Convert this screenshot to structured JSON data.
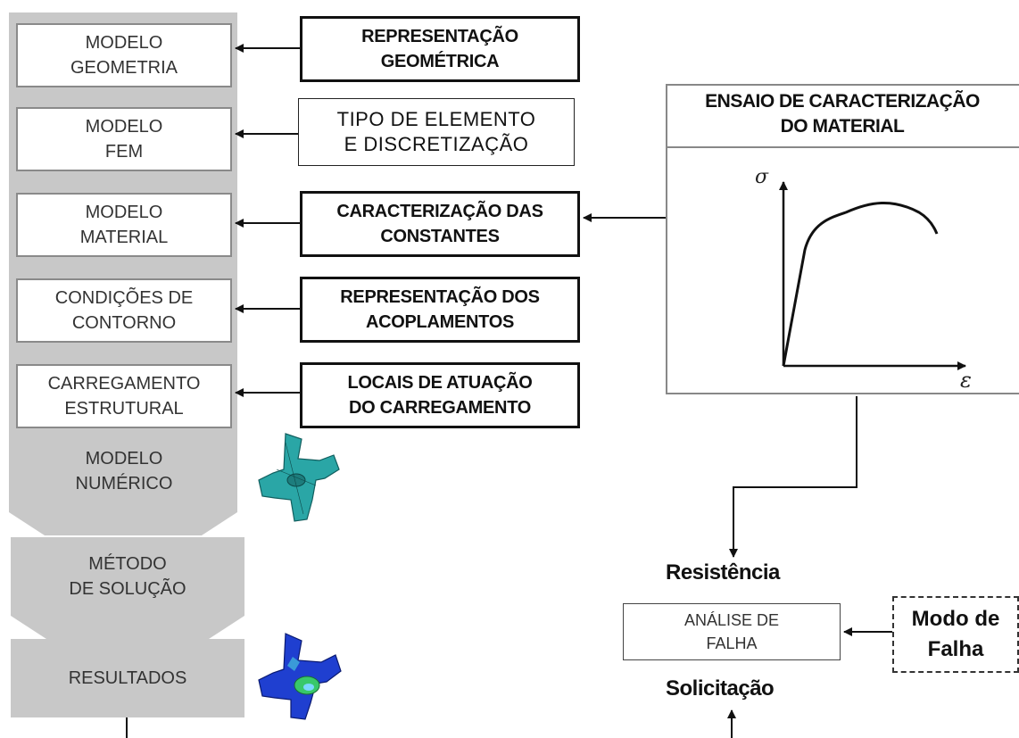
{
  "left_column": {
    "boxes": [
      {
        "label": "MODELO\nGEOMETRIA"
      },
      {
        "label": "MODELO\nFEM"
      },
      {
        "label": "MODELO\nMATERIAL"
      },
      {
        "label": "CONDIÇÕES DE\nCONTORNO"
      },
      {
        "label": "CARREGAMENTO\nESTRUTURAL"
      }
    ],
    "group_label": "MODELO\nNUMÉRICO",
    "solution_label": "MÉTODO\nDE SOLUÇÃO",
    "results_label": "RESULTADOS"
  },
  "middle_column": {
    "boxes": [
      {
        "label": "REPRESENTAÇÃO\nGEOMÉTRICA"
      },
      {
        "label": "TIPO DE ELEMENTO\nE DISCRETIZAÇÃO"
      },
      {
        "label": "CARACTERIZAÇÃO DAS\nCONSTANTES"
      },
      {
        "label": "REPRESENTAÇÃO DOS\nACOPLAMENTOS"
      },
      {
        "label": "LOCAIS DE ATUAÇÃO\nDO CARREGAMENTO"
      }
    ]
  },
  "material_test": {
    "title": "ENSAIO DE CARACTERIZAÇÃO\nDO MATERIAL",
    "y_axis_symbol": "σ",
    "x_axis_symbol": "ε"
  },
  "failure": {
    "resistance_label": "Resistência",
    "analysis_label": "ANÁLISE DE\nFALHA",
    "mode_label": "Modo de\nFalha",
    "load_label": "Solicitação"
  },
  "colors": {
    "gray_panel": "#c8c8c8",
    "part_cyan": "#2aa6a6",
    "part_blue": "#1f3fd0",
    "part_green": "#38c86a"
  },
  "icons": [
    "fem-part-mesh-icon",
    "fem-part-stress-icon"
  ]
}
